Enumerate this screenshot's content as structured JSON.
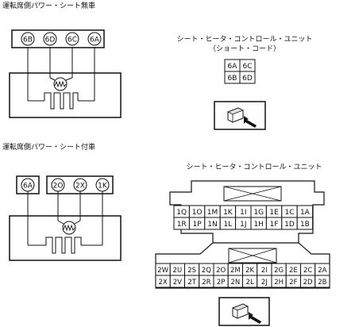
{
  "section_no_seat": {
    "title": "運転席側パワー・シート無車",
    "pins": [
      "6B",
      "6D",
      "6C",
      "6A"
    ]
  },
  "section_with_seat": {
    "title": "運転席側パワー・シート付車",
    "pin_single": "6A",
    "pins": [
      "2O",
      "2X",
      "1K"
    ]
  },
  "unit_short": {
    "title": "シート・ヒータ・コントロール・ユニット",
    "subtitle": "（ショート・コード）",
    "grid": [
      [
        "6A",
        "6C"
      ],
      [
        "6B",
        "6D"
      ]
    ]
  },
  "unit_main": {
    "title": "シート・ヒータ・コントロール・ユニット",
    "upper_rows": [
      [
        "1Q",
        "1O",
        "1M",
        "1K",
        "1I",
        "1G",
        "1E",
        "1C",
        "1A"
      ],
      [
        "1R",
        "1P",
        "1N",
        "1L",
        "1J",
        "1H",
        "1F",
        "1D",
        "1B"
      ]
    ],
    "lower_rows": [
      [
        "2W",
        "2U",
        "2S",
        "2Q",
        "2O",
        "2M",
        "2K",
        "2I",
        "2G",
        "2E",
        "2C",
        "2A"
      ],
      [
        "2X",
        "2V",
        "2T",
        "2R",
        "2P",
        "2N",
        "2L",
        "2J",
        "2H",
        "2F",
        "2D",
        "2B"
      ]
    ]
  },
  "icons": {
    "connector": "connector-plug-icon",
    "heater": "heater-element-icon"
  }
}
